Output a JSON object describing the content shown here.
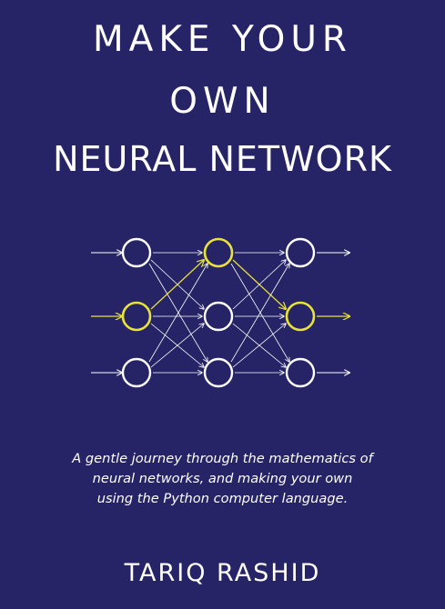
{
  "cover": {
    "title_lines": [
      "MAKE YOUR",
      "OWN",
      "NEURAL NETWORK"
    ],
    "tagline_lines": [
      "A gentle journey through the mathematics of",
      "neural networks, and making your own",
      "using the Python computer language."
    ],
    "author": "TARIQ RASHID",
    "colors": {
      "background": "#262466",
      "text": "#ffffff",
      "node": "#ffffff",
      "highlight": "#e8e23a"
    },
    "network": {
      "layers": 3,
      "nodes_per_layer": 3,
      "highlighted_nodes": [
        "input-2",
        "hidden-1",
        "output-2"
      ]
    }
  }
}
